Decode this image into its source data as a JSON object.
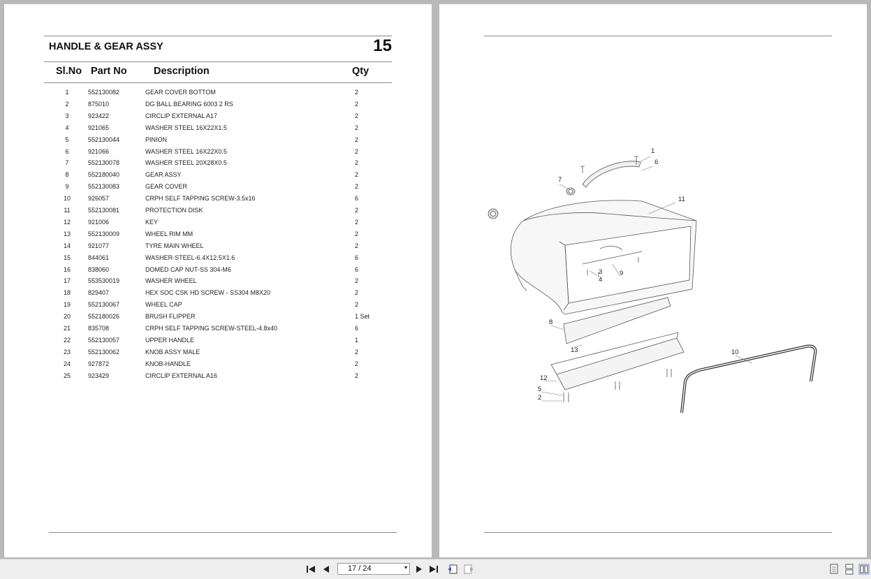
{
  "left_page": {
    "title": "HANDLE & GEAR ASSY",
    "page_number": "15",
    "headers": {
      "sl": "Sl.No",
      "part": "Part No",
      "desc": "Description",
      "qty": "Qty"
    },
    "rows": [
      {
        "sl": "1",
        "part": "552130082",
        "desc": "GEAR COVER BOTTOM",
        "qty": "2"
      },
      {
        "sl": "2",
        "part": "875010",
        "desc": "DG BALL BEARING 6003 2 RS",
        "qty": "2"
      },
      {
        "sl": "3",
        "part": "923422",
        "desc": "CIRCLIP EXTERNAL A17",
        "qty": "2"
      },
      {
        "sl": "4",
        "part": "921065",
        "desc": "WASHER  STEEL  16X22X1.5",
        "qty": "2"
      },
      {
        "sl": "5",
        "part": "552130044",
        "desc": "PINION",
        "qty": "2"
      },
      {
        "sl": "6",
        "part": "921066",
        "desc": "WASHER  STEEL  16X22X0.5",
        "qty": "2"
      },
      {
        "sl": "7",
        "part": "552130078",
        "desc": "WASHER STEEL 20X28X0.5",
        "qty": "2"
      },
      {
        "sl": "8",
        "part": "552180040",
        "desc": "GEAR ASSY",
        "qty": "2"
      },
      {
        "sl": "9",
        "part": "552130083",
        "desc": "GEAR COVER",
        "qty": "2"
      },
      {
        "sl": "10",
        "part": "926057",
        "desc": "CRPH SELF TAPPING SCREW-3.5x16",
        "qty": "6"
      },
      {
        "sl": "11",
        "part": "552130081",
        "desc": "PROTECTION DISK",
        "qty": "2"
      },
      {
        "sl": "12",
        "part": "921006",
        "desc": "KEY",
        "qty": "2"
      },
      {
        "sl": "13",
        "part": "552130009",
        "desc": "WHEEL RIM  MM",
        "qty": "2"
      },
      {
        "sl": "14",
        "part": "921077",
        "desc": "TYRE MAIN WHEEL",
        "qty": "2"
      },
      {
        "sl": "15",
        "part": "844061",
        "desc": "WASHER-STEEL-6.4X12.5X1.6",
        "qty": "6"
      },
      {
        "sl": "16",
        "part": "838060",
        "desc": "DOMED CAP NUT-SS 304-M6",
        "qty": "6"
      },
      {
        "sl": "17",
        "part": "553530019",
        "desc": "WASHER WHEEL",
        "qty": "2"
      },
      {
        "sl": "18",
        "part": "829407",
        "desc": "HEX SOC CSK HD SCREW - SS304 M8X20",
        "qty": "2"
      },
      {
        "sl": "19",
        "part": "552130067",
        "desc": "WHEEL CAP",
        "qty": "2"
      },
      {
        "sl": "20",
        "part": "552180026",
        "desc": "BRUSH FLIPPER",
        "qty": "1 Set"
      },
      {
        "sl": "21",
        "part": "835708",
        "desc": "CRPH SELF TAPPING SCREW-STEEL-4.8x40",
        "qty": "6"
      },
      {
        "sl": "22",
        "part": "552130057",
        "desc": "UPPER HANDLE",
        "qty": "1"
      },
      {
        "sl": "23",
        "part": "552130062",
        "desc": "KNOB ASSY MALE",
        "qty": "2"
      },
      {
        "sl": "24",
        "part": "927872",
        "desc": "KNOB-HANDLE",
        "qty": "2"
      },
      {
        "sl": "25",
        "part": "923429",
        "desc": "CIRCLIP EXTERNAL  A16",
        "qty": "2"
      }
    ]
  },
  "right_page": {
    "callouts": [
      "1",
      "6",
      "7",
      "11",
      "3",
      "4",
      "9",
      "8",
      "13",
      "10",
      "12",
      "5",
      "2"
    ]
  },
  "toolbar": {
    "page_indicator": "17 / 24",
    "icons": [
      "first-page-icon",
      "previous-page-icon",
      "next-page-icon",
      "last-page-icon",
      "previous-view-icon",
      "next-view-icon",
      "single-page-view-icon",
      "continuous-view-icon",
      "two-page-view-icon"
    ]
  },
  "colors": {
    "background": "#b9b9b9",
    "page": "#ffffff",
    "toolbar": "#eeeeee"
  }
}
